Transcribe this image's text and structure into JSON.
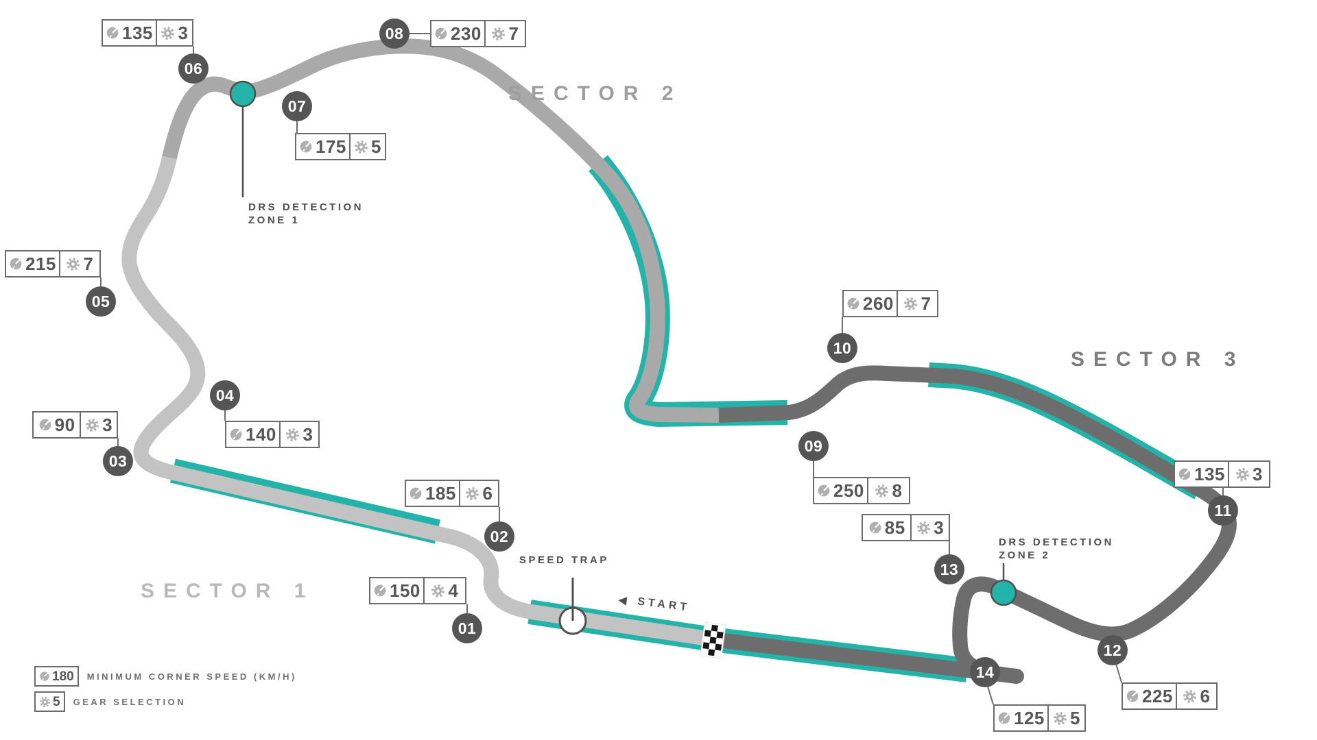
{
  "track": {
    "corners": [
      {
        "number": "01",
        "speed": "150",
        "gear": "4"
      },
      {
        "number": "02",
        "speed": "185",
        "gear": "6"
      },
      {
        "number": "03",
        "speed": "90",
        "gear": "3"
      },
      {
        "number": "04",
        "speed": "140",
        "gear": "3"
      },
      {
        "number": "05",
        "speed": "215",
        "gear": "7"
      },
      {
        "number": "06",
        "speed": "135",
        "gear": "3"
      },
      {
        "number": "07",
        "speed": "175",
        "gear": "5"
      },
      {
        "number": "08",
        "speed": "230",
        "gear": "7"
      },
      {
        "number": "09",
        "speed": "250",
        "gear": "8"
      },
      {
        "number": "10",
        "speed": "260",
        "gear": "7"
      },
      {
        "number": "11",
        "speed": "135",
        "gear": "3"
      },
      {
        "number": "12",
        "speed": "225",
        "gear": "6"
      },
      {
        "number": "13",
        "speed": "85",
        "gear": "3"
      },
      {
        "number": "14",
        "speed": "125",
        "gear": "5"
      }
    ],
    "sectors": [
      {
        "label": "SECTOR 1"
      },
      {
        "label": "SECTOR 2"
      },
      {
        "label": "SECTOR 3"
      }
    ],
    "drs_zones": [
      {
        "line1": "DRS DETECTION",
        "line2": "ZONE 1"
      },
      {
        "line1": "DRS DETECTION",
        "line2": "ZONE 2"
      }
    ],
    "speed_trap_label": "SPEED TRAP",
    "start_label": "START",
    "start_arrow": "◀"
  },
  "legend": {
    "speed_example": "180",
    "speed_label": "MINIMUM CORNER SPEED (KM/H)",
    "gear_example": "5",
    "gear_label": "GEAR SELECTION"
  },
  "colors": {
    "sector1_track": "#c3c3c3",
    "sector2_track": "#a9a9a9",
    "sector3_track": "#6d6d6d",
    "drs_teal": "#23b3a9",
    "badge_gray": "#555555"
  }
}
